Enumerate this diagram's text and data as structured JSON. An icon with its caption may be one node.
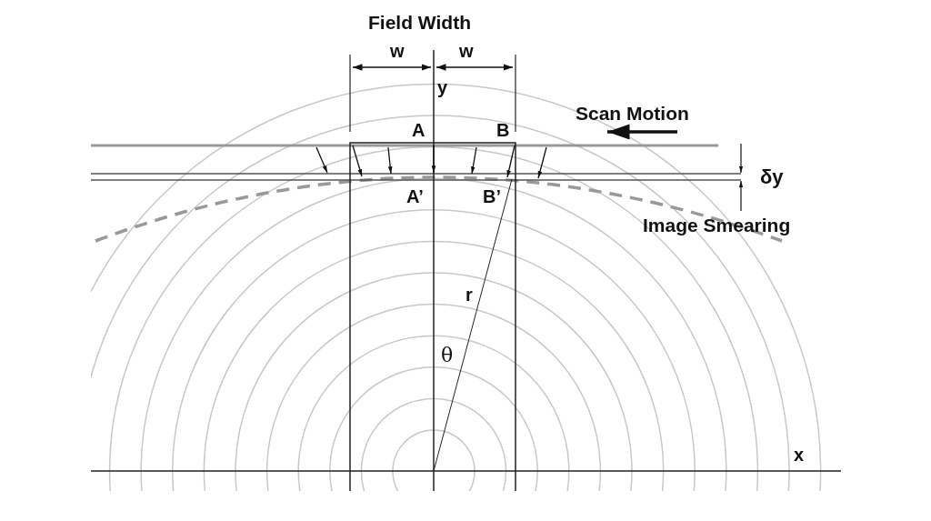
{
  "diagram": {
    "labels": [
      "Field Width",
      "w",
      "w",
      "y",
      "Scan Motion",
      "A",
      "B",
      "δy",
      "A’",
      "B’",
      "Image Smearing",
      "r",
      "θ",
      "x"
    ]
  }
}
